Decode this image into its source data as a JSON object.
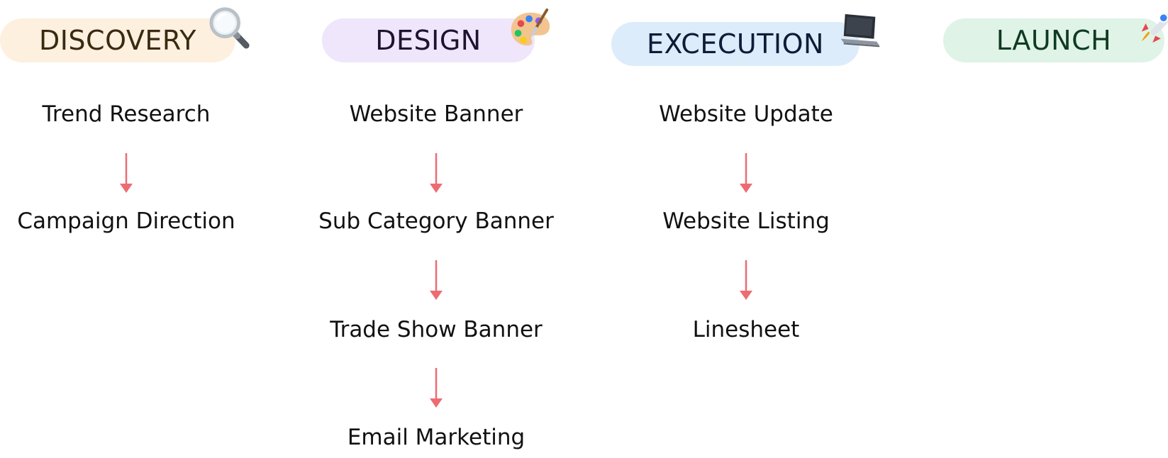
{
  "colors": {
    "arrow": "#ec6c72"
  },
  "stages": [
    {
      "label": "DISCOVERY",
      "icon": "magnifying-glass-icon",
      "pill_bg": "#fdf0df",
      "text_color": "#3a2a10",
      "steps": [
        "Trend Research",
        "Campaign Direction"
      ]
    },
    {
      "label": "DESIGN",
      "icon": "artist-palette-icon",
      "pill_bg": "#efe6fb",
      "text_color": "#1e1330",
      "steps": [
        "Website Banner",
        "Sub Category Banner",
        "Trade Show Banner",
        "Email Marketing"
      ]
    },
    {
      "label": "EXCECUTION",
      "icon": "laptop-icon",
      "pill_bg": "#dcecfb",
      "text_color": "#0e1c38",
      "steps": [
        "Website Update",
        "Website Listing",
        "Linesheet"
      ]
    },
    {
      "label": "LAUNCH",
      "icon": "rocket-icon",
      "pill_bg": "#dff3e6",
      "text_color": "#0f3a22",
      "steps": []
    }
  ]
}
